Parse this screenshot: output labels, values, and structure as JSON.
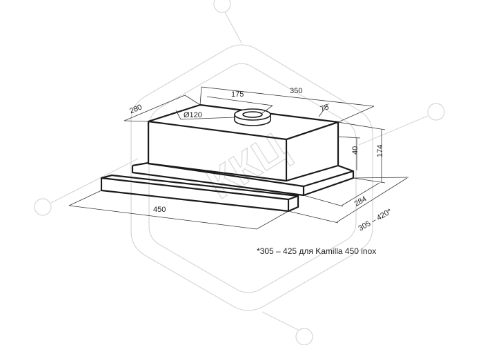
{
  "dimensions": {
    "depth_280": "280",
    "offset_175": "175",
    "width_350": "350",
    "offset_75": "75",
    "duct_120": "Ø120",
    "height_40": "40",
    "height_174": "174",
    "depth_284": "284",
    "pullout_305_420": "305 – 420*",
    "front_450": "450"
  },
  "watermark": {
    "text": "ККЦ"
  },
  "footnote": "*305 – 425 для Kamilla 450 inox",
  "colors": {
    "outline": "#1a1a1a",
    "dim_line": "#333333",
    "watermark": "#d9d9d9"
  }
}
